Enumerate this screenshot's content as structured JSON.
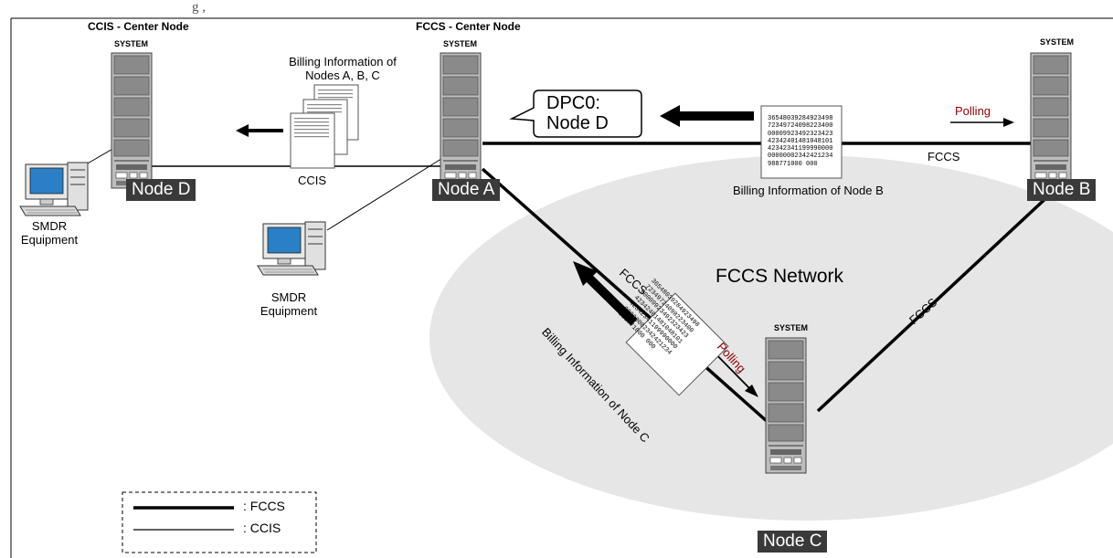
{
  "top_caption": "g          ,",
  "centers": {
    "ccis_center": "CCIS - Center Node",
    "fccs_center": "FCCS - Center Node"
  },
  "system_label": "SYSTEM",
  "nodes": {
    "d": "Node D",
    "a": "Node A",
    "b": "Node B",
    "c": "Node C"
  },
  "labels": {
    "billing_abc_line1": "Billing Information of",
    "billing_abc_line2": "Nodes A, B, C",
    "callout_line1": "DPC0:",
    "callout_line2": "Node D",
    "polling_b": "Polling",
    "polling_c": "Polling",
    "ccis_link": "CCIS",
    "fccs_ab": "FCCS",
    "fccs_ac": "FCCS",
    "fccs_bc": "FCCS",
    "billing_b": "Billing Information of Node B",
    "billing_c": "Billing Information of Node C",
    "network": "FCCS Network",
    "smdr1_line1": "SMDR",
    "smdr1_line2": "Equipment",
    "smdr2_line1": "SMDR",
    "smdr2_line2": "Equipment"
  },
  "doc_text_b": [
    "36548039284923498",
    "72349724098223400",
    "00009923492323423",
    "42342401481048101",
    "42342341199990000",
    "00000002342421234",
    "988771000 000"
  ],
  "doc_text_c": [
    "36548039284923498",
    "72349724098223400",
    "00009923492323423",
    "42342401481048101",
    "42342341199990000",
    "00000002342421234",
    "988771000 000"
  ],
  "legend": {
    "fccs": ": FCCS",
    "ccis": ": CCIS"
  },
  "colors": {
    "network_ellipse": "#e6e6e6",
    "node_label_bg": "#3a3a3a",
    "polling_text": "#8b0000",
    "monitor_screen": "#2b7fc4"
  }
}
